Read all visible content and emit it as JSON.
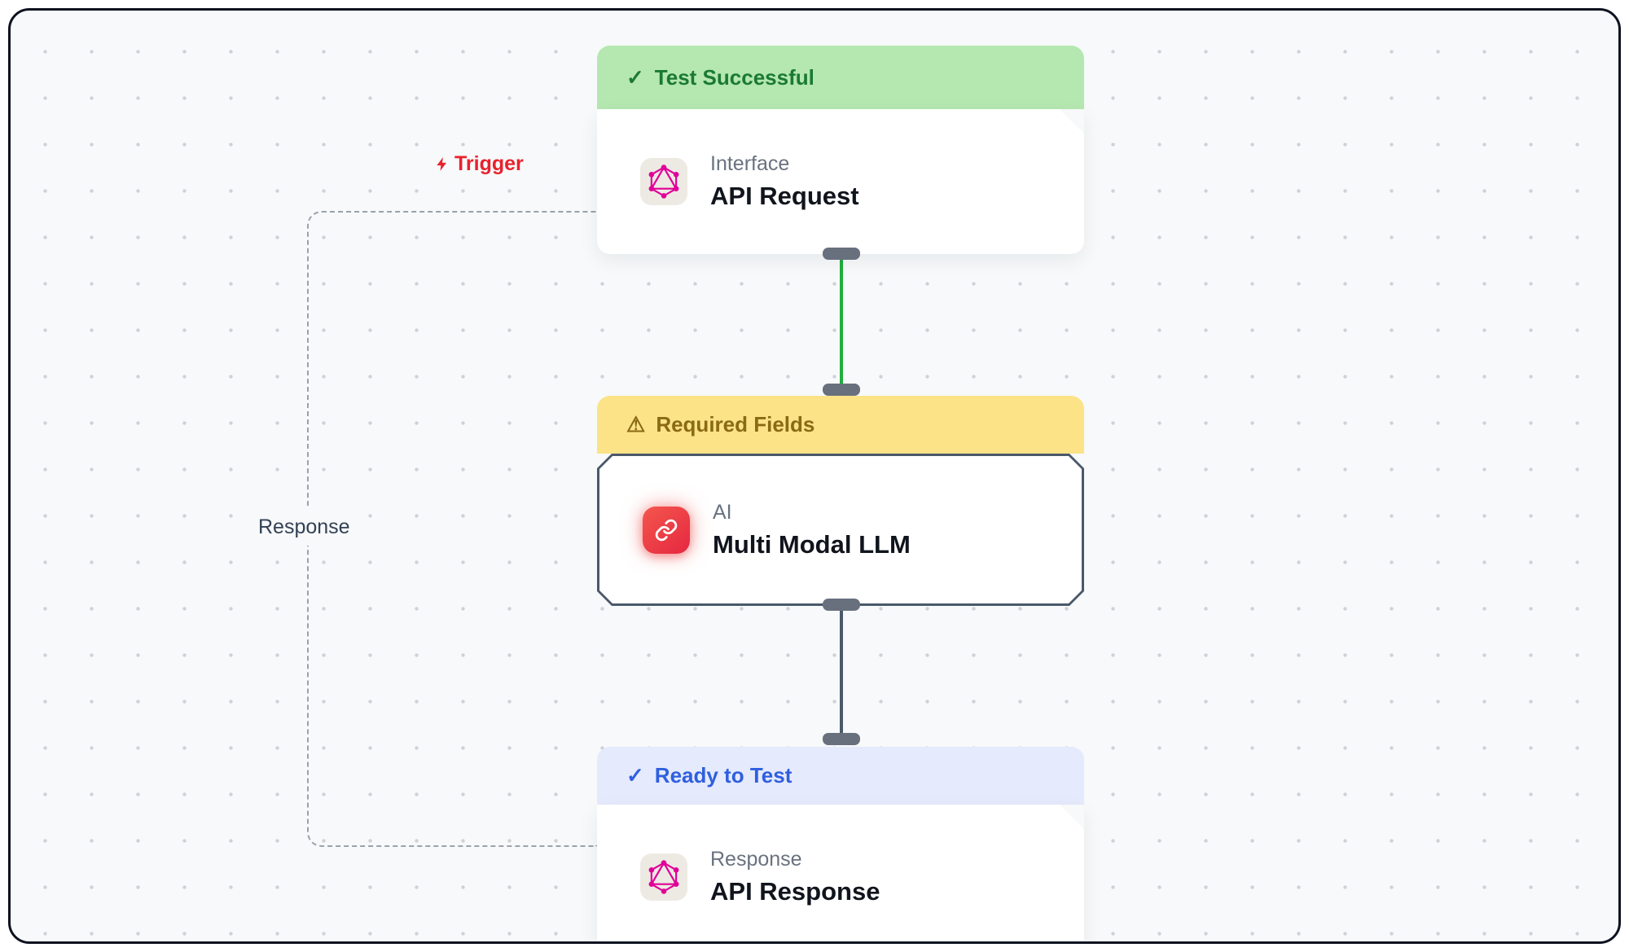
{
  "labels": {
    "trigger": "Trigger",
    "response": "Response"
  },
  "icons": {
    "check": "✓",
    "warning": "⚠"
  },
  "nodes": [
    {
      "status": "Test Successful",
      "status_type": "success",
      "category": "Interface",
      "title": "API Request"
    },
    {
      "status": "Required Fields",
      "status_type": "warning",
      "category": "AI",
      "title": "Multi Modal LLM"
    },
    {
      "status": "Ready to Test",
      "status_type": "ready",
      "category": "Response",
      "title": "API Response"
    }
  ],
  "colors": {
    "canvas_bg": "#f7f9fa",
    "grid_dot": "#c6cbd2",
    "frame_border": "#0d1321",
    "success_bg": "#b5e7b0",
    "success_text": "#1a7a33",
    "warning_bg": "#fce388",
    "warning_text": "#8a6a14",
    "ready_bg": "#e5eafc",
    "ready_text": "#2f5fe0",
    "edge_green": "#1fae3d",
    "edge_slate": "#4b5a6b",
    "dashed_edge": "#99a2ad",
    "trigger_red": "#e8222d",
    "selected_node_border": "#4a586a",
    "icon_red": "#ee4444",
    "icon_pink": "#e10098"
  }
}
